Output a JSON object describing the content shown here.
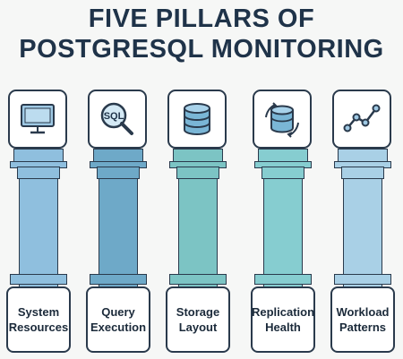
{
  "title": {
    "line1": "FIVE PILLARS OF",
    "line2": "POSTGRESQL MONITORING"
  },
  "pillars": [
    {
      "line1": "System",
      "line2": "Resources",
      "icon": "monitor-icon",
      "color": "#8fbfde"
    },
    {
      "line1": "Query",
      "line2": "Execution",
      "icon": "sql-magnifier-icon",
      "color": "#6ea9c8"
    },
    {
      "line1": "Storage",
      "line2": "Layout",
      "icon": "database-icon",
      "color": "#7cc4c4"
    },
    {
      "line1": "Replication",
      "line2": "Health",
      "icon": "database-sync-icon",
      "color": "#86cdd0"
    },
    {
      "line1": "Workload",
      "line2": "Patterns",
      "icon": "line-trend-icon",
      "color": "#a9d0e6"
    }
  ],
  "icon_text": {
    "sql": "SQL"
  },
  "colors": {
    "title": "#1f3349",
    "outline": "#2a3a4c",
    "icon_fill": "#9fc9e4"
  }
}
